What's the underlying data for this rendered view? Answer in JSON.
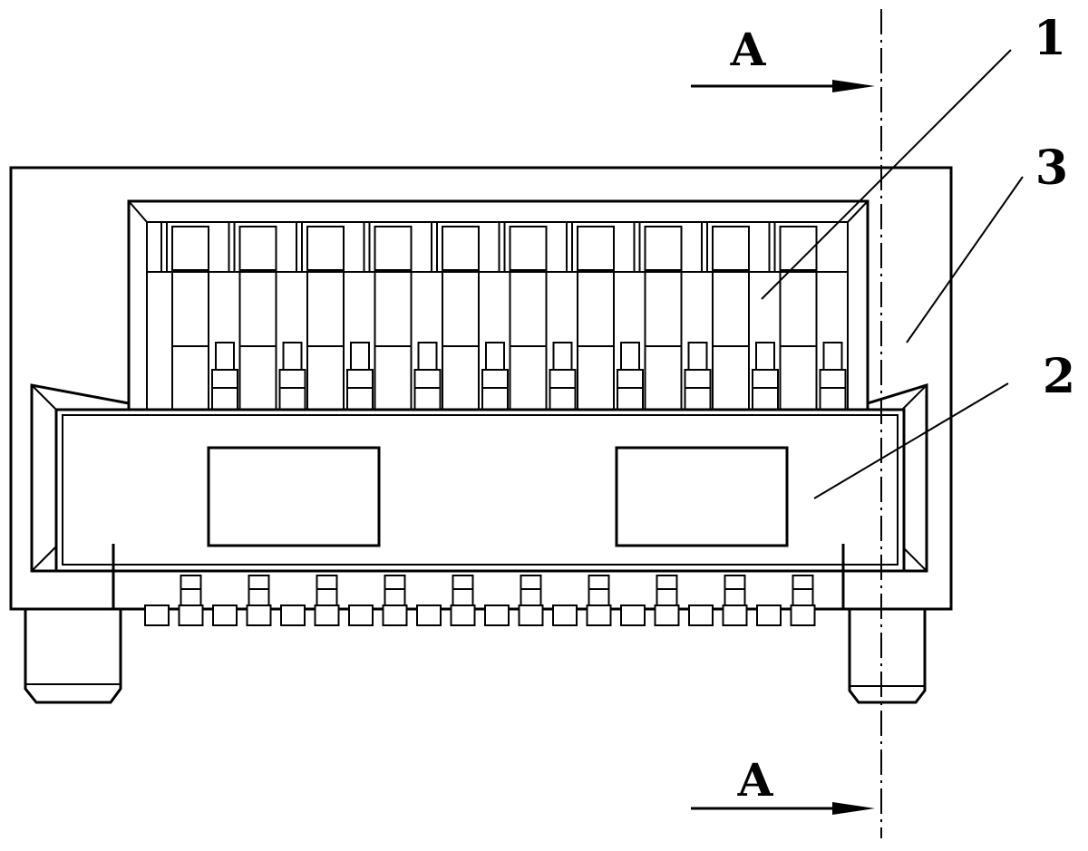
{
  "section_marks": {
    "top": "A",
    "bottom": "A"
  },
  "callouts": [
    {
      "id": "1",
      "text": "1"
    },
    {
      "id": "2",
      "text": "2"
    },
    {
      "id": "3",
      "text": "3"
    }
  ],
  "pin_count": 10,
  "window_count": 2,
  "colors": {
    "line": "#000000",
    "background": "#ffffff"
  }
}
